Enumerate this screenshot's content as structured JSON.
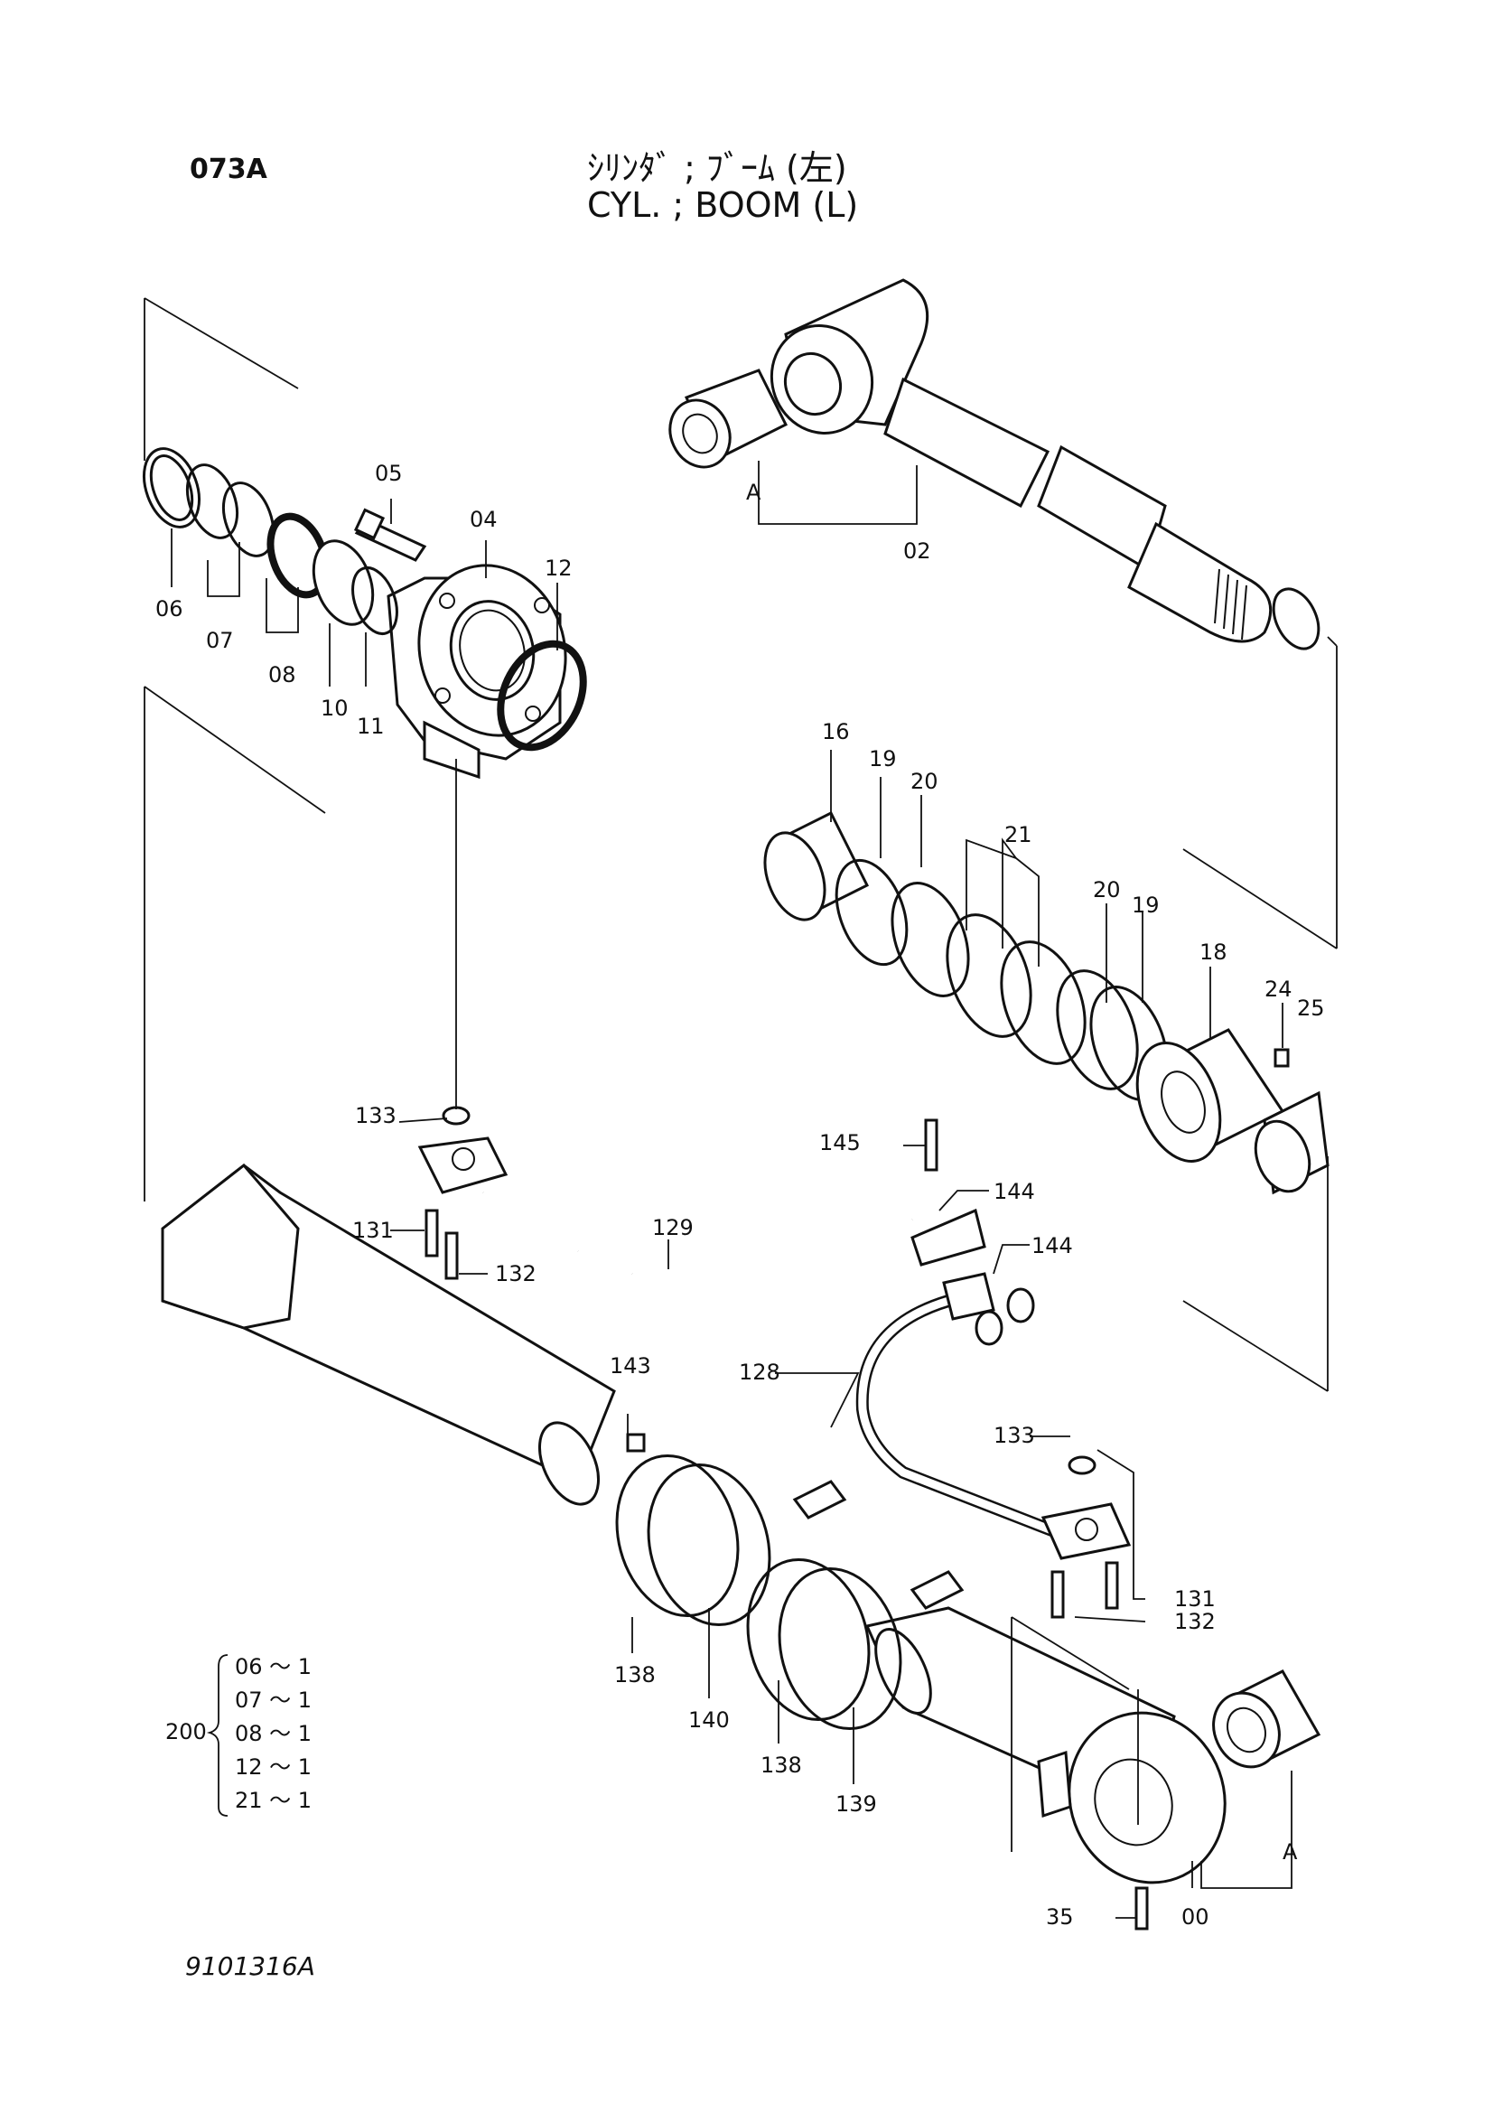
{
  "header": {
    "page_code": "073A",
    "title_jp": "ｼﾘﾝﾀﾞ ; ﾌﾞｰﾑ (左)",
    "title_en": "CYL. ; BOOM (L)"
  },
  "footer": {
    "drawing_number": "9101316A"
  },
  "callouts": {
    "c02": "02",
    "c04": "04",
    "c05": "05",
    "c06": "06",
    "c07": "07",
    "c08": "08",
    "c10": "10",
    "c11": "11",
    "c12": "12",
    "c16": "16",
    "c18": "18",
    "c19a": "19",
    "c19b": "19",
    "c20a": "20",
    "c20b": "20",
    "c21": "21",
    "c24": "24",
    "c25": "25",
    "c35": "35",
    "c00": "00",
    "cA1": "A",
    "cA2": "A",
    "c128": "128",
    "c129": "129",
    "c131a": "131",
    "c131b": "131",
    "c132a": "132",
    "c132b": "132",
    "c133a": "133",
    "c133b": "133",
    "c138a": "138",
    "c138b": "138",
    "c139": "139",
    "c140": "140",
    "c143": "143",
    "c144a": "144",
    "c144b": "144",
    "c145": "145"
  },
  "seal_kit": {
    "kit_number": "200",
    "items": [
      "06 ～ 1",
      "07 ～ 1",
      "08 ～ 1",
      "12 ～ 1",
      "21 ～ 1"
    ]
  }
}
